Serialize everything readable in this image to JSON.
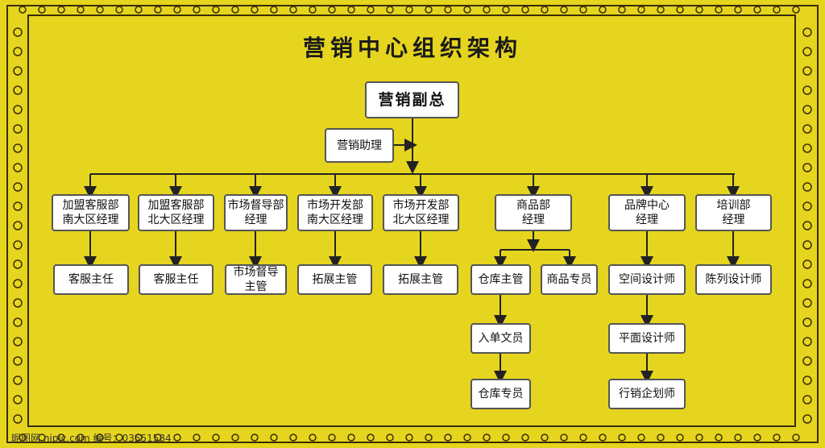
{
  "title": "营销中心组织架构",
  "nodes": {
    "vp": "营销副总",
    "assistant": "营销助理",
    "d1": "加盟客服部\n南大区经理",
    "d2": "加盟客服部\n北大区经理",
    "d3": "市场督导部\n经理",
    "d4": "市场开发部\n南大区经理",
    "d5": "市场开发部\n北大区经理",
    "d6": "商品部\n经理",
    "d7": "品牌中心\n经理",
    "d8": "培训部\n经理",
    "s1": "客服主任",
    "s2": "客服主任",
    "s3": "市场督导\n主管",
    "s4": "拓展主管",
    "s5": "拓展主管",
    "s6a": "仓库主管",
    "s6b": "商品专员",
    "s7": "空间设计师",
    "s8": "陈列设计师",
    "t6": "入单文员",
    "u6": "仓库专员",
    "t7": "平面设计师",
    "u7": "行销企划师"
  },
  "watermark": "昵图网 nipic.com  编号：03551584",
  "colors": {
    "background": "#e6d51e",
    "line": "#222222",
    "box": "#ffffff"
  }
}
